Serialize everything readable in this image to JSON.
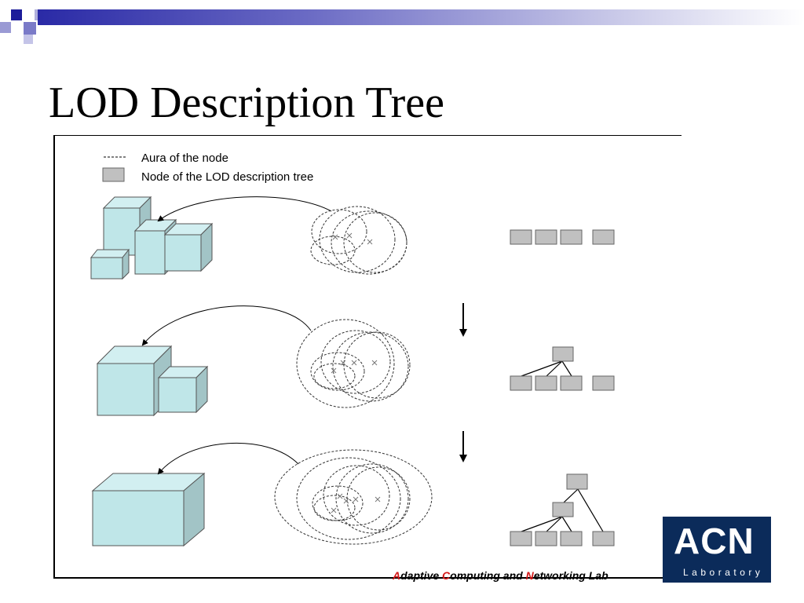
{
  "slide": {
    "title": "LOD Description Tree",
    "colors": {
      "topbar": "#2a2aa6",
      "node_fill": "#c0c0c0",
      "cube_fill": "#bfe6e8",
      "logo_bg": "#0b2b5a",
      "footer_highlight": "#d41818"
    }
  },
  "legend": {
    "aura_label": "Aura of the node",
    "node_label": "Node of the LOD description tree"
  },
  "footer": {
    "a": "A",
    "daptive": "daptive ",
    "c": "C",
    "omputing": "omputing and ",
    "n": "N",
    "etworking": "etworking Lab"
  },
  "logo": {
    "main": "ACN",
    "sub": "Laboratory"
  },
  "icons": {
    "arrow": "down-arrow-icon",
    "cross": "cross-mark-icon"
  }
}
